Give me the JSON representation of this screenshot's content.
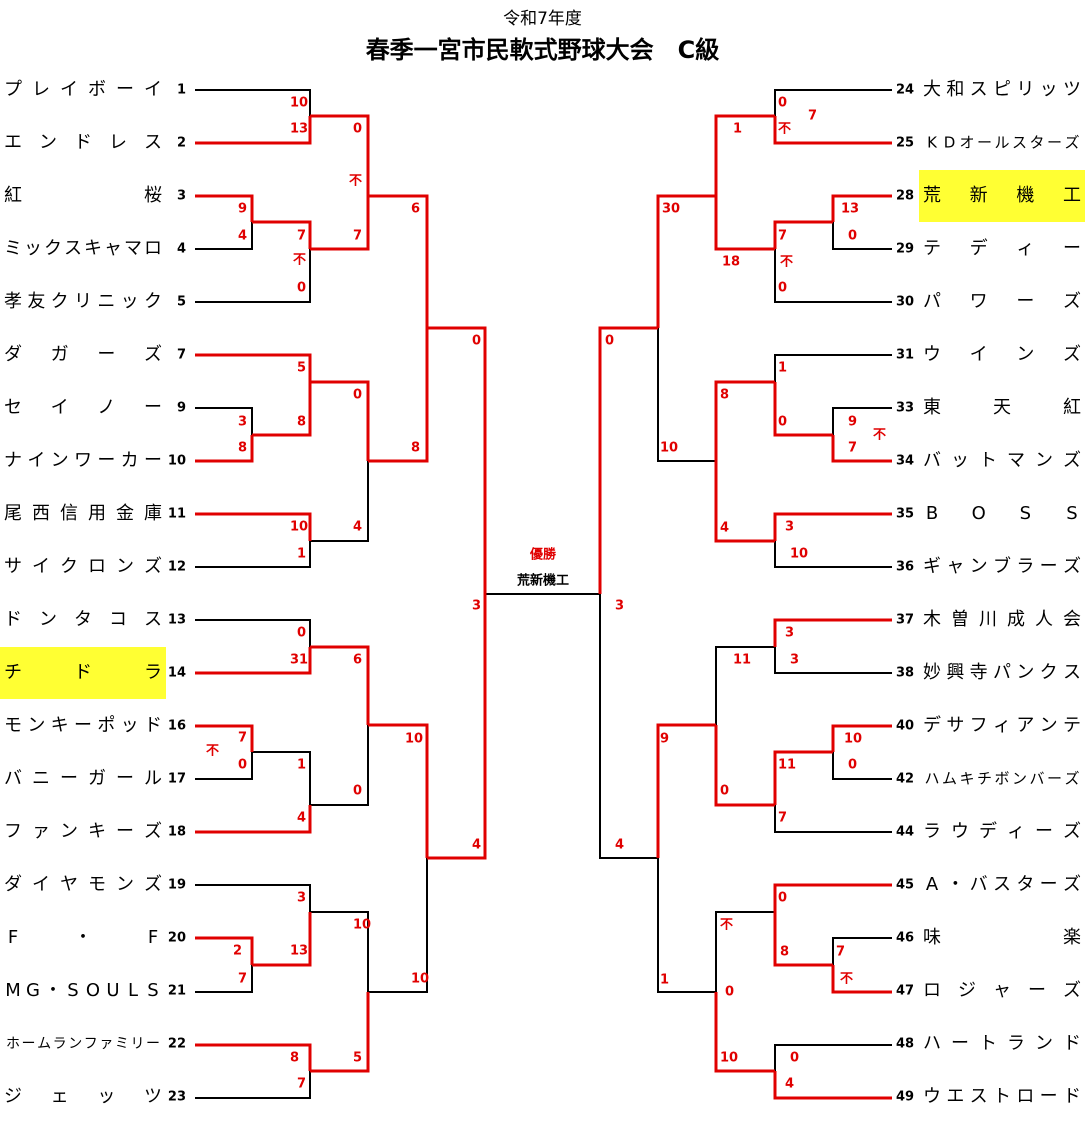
{
  "header": {
    "year": "令和7年度",
    "title": "春季一宮市民軟式野球大会　C級"
  },
  "champion": {
    "label": "優勝",
    "team": "荒新機工"
  },
  "colors": {
    "win": "#e00000",
    "line": "#000000",
    "highlight": "#ffff33"
  },
  "left_teams": [
    {
      "no": "1",
      "name": "プレイボーイ",
      "chars": [
        "プ",
        "レ",
        "イ",
        "ボ",
        "ー",
        "イ"
      ]
    },
    {
      "no": "2",
      "name": "エンドレス",
      "chars": [
        "エ",
        "ン",
        "ド",
        "レ",
        "ス"
      ]
    },
    {
      "no": "3",
      "name": "紅桜",
      "chars": [
        "紅",
        "桜"
      ]
    },
    {
      "no": "4",
      "name": "ミックスキャマロ",
      "chars": [
        "ミ",
        "ッ",
        "ク",
        "ス",
        "キ",
        "ャ",
        "マ",
        "ロ"
      ]
    },
    {
      "no": "5",
      "name": "孝友クリニック",
      "chars": [
        "孝",
        "友",
        "ク",
        "リ",
        "ニ",
        "ッ",
        "ク"
      ]
    },
    {
      "no": "7",
      "name": "ダガーズ",
      "chars": [
        "ダ",
        "ガ",
        "ー",
        "ズ"
      ]
    },
    {
      "no": "9",
      "name": "セイノー",
      "chars": [
        "セ",
        "イ",
        "ノ",
        "ー"
      ]
    },
    {
      "no": "10",
      "name": "ナインワーカー",
      "chars": [
        "ナ",
        "イ",
        "ン",
        "ワ",
        "ー",
        "カ",
        "ー"
      ]
    },
    {
      "no": "11",
      "name": "尾西信用金庫",
      "chars": [
        "尾",
        "西",
        "信",
        "用",
        "金",
        "庫"
      ]
    },
    {
      "no": "12",
      "name": "サイクロンズ",
      "chars": [
        "サ",
        "イ",
        "ク",
        "ロ",
        "ン",
        "ズ"
      ]
    },
    {
      "no": "13",
      "name": "ドンタコス",
      "chars": [
        "ド",
        "ン",
        "タ",
        "コ",
        "ス"
      ]
    },
    {
      "no": "14",
      "name": "チドラ",
      "chars": [
        "チ",
        "ド",
        "ラ"
      ],
      "highlight": true
    },
    {
      "no": "16",
      "name": "モンキーポッド",
      "chars": [
        "モ",
        "ン",
        "キ",
        "ー",
        "ポ",
        "ッ",
        "ド"
      ]
    },
    {
      "no": "17",
      "name": "バニーガール",
      "chars": [
        "バ",
        "ニ",
        "ー",
        "ガ",
        "ー",
        "ル"
      ]
    },
    {
      "no": "18",
      "name": "ファンキーズ",
      "chars": [
        "フ",
        "ァ",
        "ン",
        "キ",
        "ー",
        "ズ"
      ]
    },
    {
      "no": "19",
      "name": "ダイヤモンズ",
      "chars": [
        "ダ",
        "イ",
        "ヤ",
        "モ",
        "ン",
        "ズ"
      ]
    },
    {
      "no": "20",
      "name": "F・F",
      "chars": [
        "F",
        "・",
        "F"
      ]
    },
    {
      "no": "21",
      "name": "MG・SOULS",
      "chars": [
        "M",
        "G",
        "・",
        "S",
        "O",
        "U",
        "L",
        "S"
      ]
    },
    {
      "no": "22",
      "name": "ホームランファミリー",
      "chars": [
        "ホ",
        "ー",
        "ム",
        "ラ",
        "ン",
        "フ",
        "ァ",
        "ミ",
        "リ",
        "ー"
      ]
    },
    {
      "no": "23",
      "name": "ジェッツ",
      "chars": [
        "ジ",
        "ェ",
        "ッ",
        "ツ"
      ]
    }
  ],
  "right_teams": [
    {
      "no": "24",
      "name": "大和スピリッツ",
      "chars": [
        "大",
        "和",
        "ス",
        "ピ",
        "リ",
        "ッ",
        "ツ"
      ]
    },
    {
      "no": "25",
      "name": "KDオールスターズ",
      "chars": [
        "K",
        "D",
        "オ",
        "ー",
        "ル",
        "ス",
        "タ",
        "ー",
        "ズ"
      ]
    },
    {
      "no": "28",
      "name": "荒新機工",
      "chars": [
        "荒",
        "新",
        "機",
        "工"
      ],
      "highlight": true
    },
    {
      "no": "29",
      "name": "テディー",
      "chars": [
        "テ",
        "デ",
        "ィ",
        "ー"
      ]
    },
    {
      "no": "30",
      "name": "パワーズ",
      "chars": [
        "パ",
        "ワ",
        "ー",
        "ズ"
      ]
    },
    {
      "no": "31",
      "name": "ウインズ",
      "chars": [
        "ウ",
        "イ",
        "ン",
        "ズ"
      ]
    },
    {
      "no": "33",
      "name": "東天紅",
      "chars": [
        "東",
        "天",
        "紅"
      ]
    },
    {
      "no": "34",
      "name": "バットマンズ",
      "chars": [
        "バ",
        "ッ",
        "ト",
        "マ",
        "ン",
        "ズ"
      ]
    },
    {
      "no": "35",
      "name": "BOSS",
      "chars": [
        "B",
        "O",
        "S",
        "S"
      ]
    },
    {
      "no": "36",
      "name": "ギャンブラーズ",
      "chars": [
        "ギ",
        "ャ",
        "ン",
        "ブ",
        "ラ",
        "ー",
        "ズ"
      ]
    },
    {
      "no": "37",
      "name": "木曽川成人会",
      "chars": [
        "木",
        "曽",
        "川",
        "成",
        "人",
        "会"
      ]
    },
    {
      "no": "38",
      "name": "妙興寺パンクス",
      "chars": [
        "妙",
        "興",
        "寺",
        "パ",
        "ン",
        "ク",
        "ス"
      ]
    },
    {
      "no": "40",
      "name": "デサフィアンテ",
      "chars": [
        "デ",
        "サ",
        "フ",
        "ィ",
        "ア",
        "ン",
        "テ"
      ]
    },
    {
      "no": "42",
      "name": "ハムキチボンバーズ",
      "chars": [
        "ハ",
        "ム",
        "キ",
        "チ",
        "ボ",
        "ン",
        "バ",
        "ー",
        "ズ"
      ]
    },
    {
      "no": "44",
      "name": "ラウディーズ",
      "chars": [
        "ラ",
        "ウ",
        "デ",
        "ィ",
        "ー",
        "ズ"
      ]
    },
    {
      "no": "45",
      "name": "A・バスターズ",
      "chars": [
        "A",
        "・",
        "バ",
        "ス",
        "タ",
        "ー",
        "ズ"
      ]
    },
    {
      "no": "46",
      "name": "味楽",
      "chars": [
        "味",
        "楽"
      ]
    },
    {
      "no": "47",
      "name": "ロジャーズ",
      "chars": [
        "ロ",
        "ジ",
        "ャ",
        "ー",
        "ズ"
      ]
    },
    {
      "no": "48",
      "name": "ハートランド",
      "chars": [
        "ハ",
        "ー",
        "ト",
        "ラ",
        "ン",
        "ド"
      ]
    },
    {
      "no": "49",
      "name": "ウエストロード",
      "chars": [
        "ウ",
        "エ",
        "ス",
        "ト",
        "ロ",
        "ー",
        "ド"
      ]
    }
  ],
  "scores": [
    "10",
    "13",
    "0",
    "不",
    "9",
    "4",
    "7",
    "不",
    "0",
    "7",
    "6",
    "5",
    "0",
    "3",
    "8",
    "8",
    "8",
    "10",
    "1",
    "4",
    "0",
    "0",
    "31",
    "6",
    "7",
    "不",
    "0",
    "1",
    "0",
    "4",
    "10",
    "4",
    "3",
    "10",
    "2",
    "13",
    "7",
    "10",
    "8",
    "7",
    "5",
    "3",
    "0",
    "7",
    "不",
    "1",
    "30",
    "13",
    "0",
    "7",
    "不",
    "18",
    "0",
    "0",
    "1",
    "8",
    "0",
    "不",
    "7",
    "9",
    "4",
    "10",
    "3",
    "10",
    "3",
    "3",
    "11",
    "3",
    "9",
    "10",
    "0",
    "11",
    "0",
    "7",
    "4",
    "0",
    "不",
    "0",
    "8",
    "7",
    "不",
    "1",
    "0",
    "10",
    "4"
  ]
}
